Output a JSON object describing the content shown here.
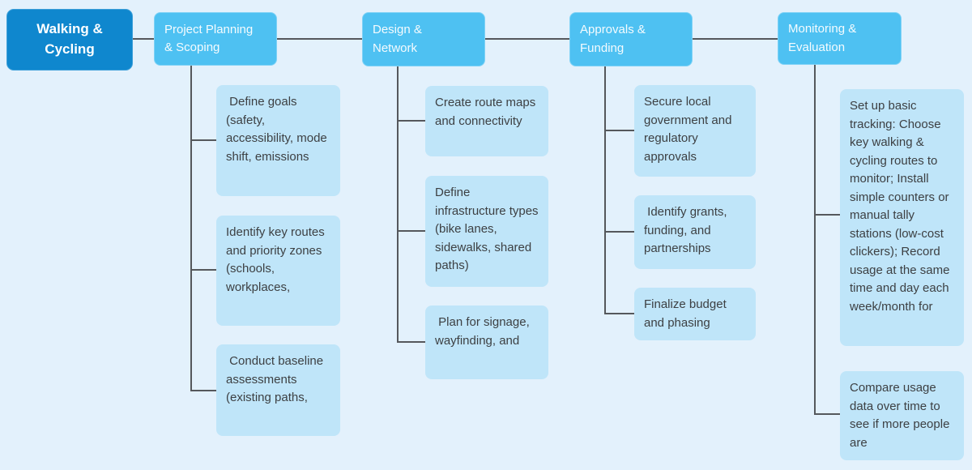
{
  "root": {
    "label": "Walking & Cycling"
  },
  "phases": [
    {
      "label": "Project Planning & Scoping",
      "children": [
        " Define goals (safety, accessibility, mode shift, emissions",
        "Identify key routes and priority zones (schools, workplaces,",
        " Conduct baseline assessments (existing paths,"
      ]
    },
    {
      "label": "Design & Network",
      "children": [
        "Create route maps and connectivity",
        "Define infrastructure types (bike lanes, sidewalks, shared paths)",
        " Plan for signage, wayfinding, and"
      ]
    },
    {
      "label": "Approvals & Funding",
      "children": [
        "Secure local government and regulatory approvals",
        " Identify grants, funding, and partnerships",
        "Finalize budget and phasing"
      ]
    },
    {
      "label": "Monitoring & Evaluation",
      "children": [
        "Set up basic tracking: Choose key walking & cycling routes to monitor; Install simple counters or manual tally stations (low-cost clickers); Record usage at the same time and day each week/month for",
        "Compare usage data over time to see if more people are"
      ]
    }
  ],
  "colors": {
    "bg": "#e3f1fc",
    "root_fill": "#0f87ce",
    "root_border": "#3c9fd9",
    "phase_fill": "#4ec1f2",
    "phase_border": "#7fd2f6",
    "child_fill": "#bfe5f9",
    "line_color": "#55585c",
    "child_text": "#3d4043",
    "phase_text": "#f4fbfe",
    "root_text": "#ffffff"
  }
}
